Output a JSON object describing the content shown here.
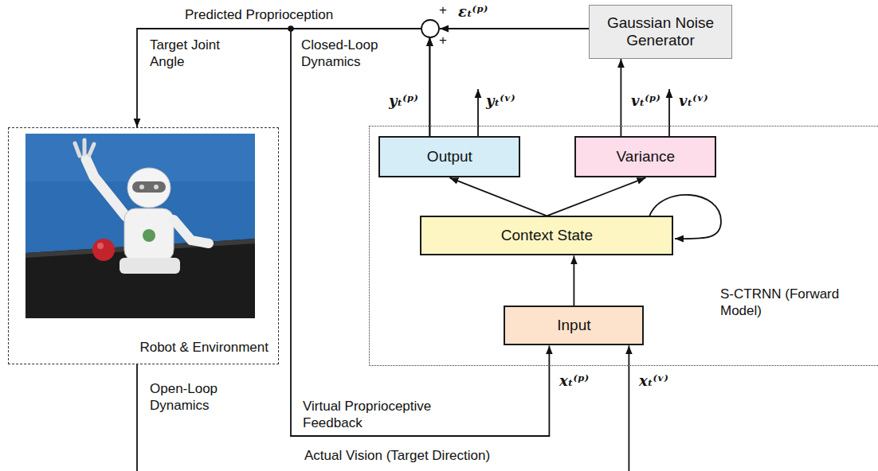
{
  "diagram": {
    "nodes": [
      {
        "text": [
          "Robot & Environment"
        ]
      },
      {
        "text": [
          "Gaussian Noise Generator"
        ]
      },
      {
        "text": [
          "S-CTRNN (Forward Model)"
        ]
      },
      {
        "text": [
          "Output"
        ],
        "in": 2
      },
      {
        "text": [
          "Variance"
        ],
        "in": 2
      },
      {
        "text": [
          "Context State"
        ],
        "in": 2
      },
      {
        "text": [
          "Input"
        ],
        "in": 2
      }
    ],
    "edges": [
      {
        "from": 6,
        "to": 5,
        "arrow": "to"
      },
      {
        "from": 5,
        "to": 3,
        "arrow": "to"
      },
      {
        "from": 5,
        "to": 4,
        "arrow": "to"
      },
      {
        "from": 4,
        "to": 1,
        "arrow": "to",
        "label": "vₜ⁽ᵖ⁾"
      },
      {
        "from": 3,
        "to": 0,
        "arrow": "to"
      },
      {
        "from": 3,
        "to": 6,
        "arrow": "to"
      },
      {
        "from": 0,
        "to": 6,
        "arrow": "to"
      }
    ],
    "labels": [
      "Predicted Proprioception",
      "Target Joint Angle",
      "Closed-Loop Dynamics",
      "+",
      "+",
      "εₜ⁽ᵖ⁾",
      "yₜ⁽ᵖ⁾",
      "yₜ⁽ᵛ⁾",
      "vₜ⁽ᵛ⁾",
      "Open-Loop Dynamics",
      "Virtual Proprioceptive Feedback",
      "xₜ⁽ᵖ⁾",
      "xₜ⁽ᵛ⁾",
      "Actual Vision (Target Direction)"
    ]
  }
}
